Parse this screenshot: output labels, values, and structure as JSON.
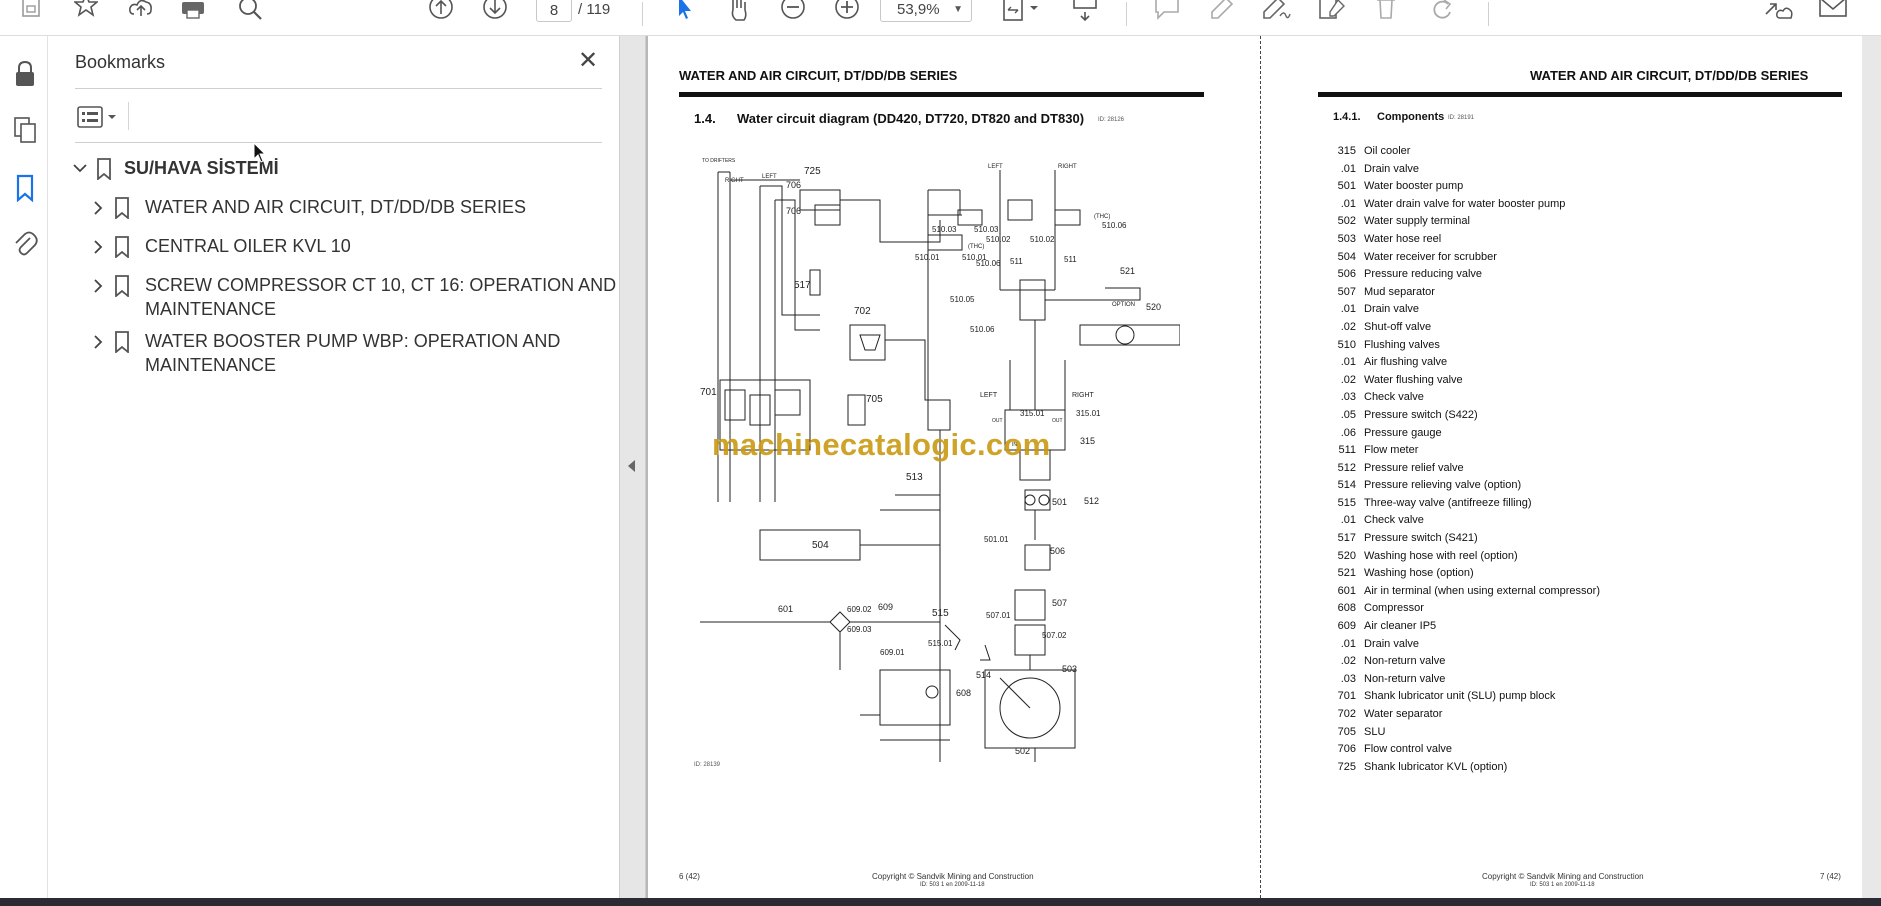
{
  "toolbar": {
    "page_current": "8",
    "page_total": "/ 119",
    "zoom": "53,9%"
  },
  "bookmarks": {
    "title": "Bookmarks",
    "root": {
      "label": "SU/HAVA SİSTEMİ",
      "expanded": true
    },
    "items": [
      {
        "label": "WATER AND AIR CIRCUIT, DT/DD/DB SERIES"
      },
      {
        "label": "CENTRAL OILER KVL 10"
      },
      {
        "label": "SCREW COMPRESSOR CT 10, CT 16: OPERATION AND",
        "label2": "MAINTENANCE"
      },
      {
        "label": "WATER BOOSTER PUMP WBP: OPERATION AND",
        "label2": "MAINTENANCE"
      }
    ]
  },
  "doc": {
    "left_page": {
      "header": "WATER AND AIR CIRCUIT, DT/DD/DB SERIES",
      "section_num": "1.4.",
      "section_title": "Water circuit diagram (DD420, DT720, DT820 and DT830)",
      "section_id": "ID: 28126",
      "figure_id": "ID: 28139",
      "page_no": "6 (42)",
      "copyright": "Copyright © Sandvik Mining and Construction",
      "doc_id": "ID: 503 1 en 2009-11-18"
    },
    "right_page": {
      "header": "WATER AND AIR CIRCUIT, DT/DD/DB SERIES",
      "section_num": "1.4.1.",
      "section_title": "Components",
      "section_id": "ID: 28191",
      "page_no": "7 (42)",
      "copyright": "Copyright © Sandvik Mining and Construction",
      "doc_id": "ID: 503 1 en 2009-11-18"
    },
    "watermark": "machinecatalogic.com",
    "components": [
      {
        "num": "315",
        "text": "Oil cooler"
      },
      {
        "num": ".01",
        "text": "Drain valve"
      },
      {
        "num": "501",
        "text": "Water booster pump"
      },
      {
        "num": ".01",
        "text": "Water drain valve for water booster pump"
      },
      {
        "num": "502",
        "text": "Water supply terminal"
      },
      {
        "num": "503",
        "text": "Water hose reel"
      },
      {
        "num": "504",
        "text": "Water receiver for scrubber"
      },
      {
        "num": "506",
        "text": "Pressure reducing valve"
      },
      {
        "num": "507",
        "text": "Mud separator"
      },
      {
        "num": ".01",
        "text": "Drain valve"
      },
      {
        "num": ".02",
        "text": "Shut-off valve"
      },
      {
        "num": "510",
        "text": "Flushing valves"
      },
      {
        "num": ".01",
        "text": "Air flushing valve"
      },
      {
        "num": ".02",
        "text": "Water flushing valve"
      },
      {
        "num": ".03",
        "text": "Check valve"
      },
      {
        "num": ".05",
        "text": "Pressure switch (S422)"
      },
      {
        "num": ".06",
        "text": "Pressure gauge"
      },
      {
        "num": "511",
        "text": "Flow meter"
      },
      {
        "num": "512",
        "text": "Pressure relief valve"
      },
      {
        "num": "514",
        "text": "Pressure relieving valve (option)"
      },
      {
        "num": "515",
        "text": "Three-way valve (antifreeze filling)"
      },
      {
        "num": ".01",
        "text": "Check valve"
      },
      {
        "num": "517",
        "text": "Pressure switch (S421)"
      },
      {
        "num": "520",
        "text": "Washing hose with reel (option)"
      },
      {
        "num": "521",
        "text": "Washing hose (option)"
      },
      {
        "num": "601",
        "text": "Air in terminal (when using external compressor)"
      },
      {
        "num": "608",
        "text": "Compressor"
      },
      {
        "num": "609",
        "text": "Air cleaner IP5"
      },
      {
        "num": ".01",
        "text": "Drain valve"
      },
      {
        "num": ".02",
        "text": "Non-return valve"
      },
      {
        "num": ".03",
        "text": "Non-return valve"
      },
      {
        "num": "701",
        "text": "Shank lubricator unit (SLU) pump block"
      },
      {
        "num": "702",
        "text": "Water separator"
      },
      {
        "num": "705",
        "text": "SLU"
      },
      {
        "num": "706",
        "text": "Flow control valve"
      },
      {
        "num": "725",
        "text": "Shank lubricator KVL (option)"
      }
    ],
    "diagram_labels": {
      "to_drifters": "TO DRIFTERS",
      "right": "RIGHT",
      "left": "LEFT",
      "option": "OPTION",
      "in": "IN",
      "out": "OUT",
      "thc": "(THC)",
      "n725": "725",
      "n706": "706",
      "n517": "517",
      "n702": "702",
      "n701": "701",
      "n705": "705",
      "n513": "513",
      "n504": "504",
      "n601": "601",
      "n609": "609",
      "n60902": "609.02",
      "n60903": "609.03",
      "n60901": "609.01",
      "n608": "608",
      "n515": "515",
      "n51501": "515.01",
      "n514": "514",
      "n503": "503",
      "n502": "502",
      "n507": "507",
      "n50701": "507.01",
      "n50702": "507.02",
      "n506": "506",
      "n501": "501",
      "n50101": "501.01",
      "n512": "512",
      "n315": "315",
      "n31501": "315.01",
      "n51001": "510.01",
      "n51003": "510.03",
      "n51002": "510.02",
      "n51006": "510.06",
      "n51005": "510.05",
      "n511": "511",
      "n521": "521",
      "n520": "520"
    }
  },
  "colors": {
    "watermark": "#c99a10",
    "accent_blue": "#1a73e8"
  }
}
